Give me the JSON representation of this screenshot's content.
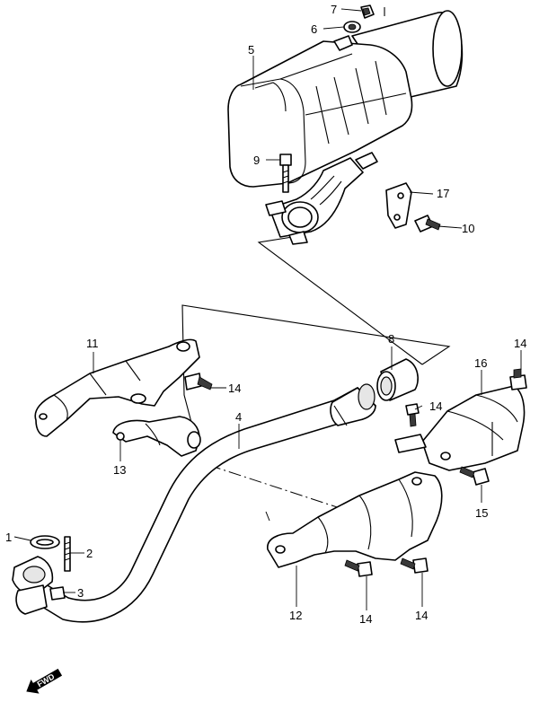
{
  "callouts": {
    "c1": "1",
    "c2": "2",
    "c3": "3",
    "c4": "4",
    "c5": "5",
    "c6": "6",
    "c7": "7",
    "c8": "8",
    "c9": "9",
    "c10": "10",
    "c11": "11",
    "c12": "12",
    "c13": "13",
    "c14a": "14",
    "c14b": "14",
    "c14c": "14",
    "c14d": "14",
    "c14e": "14",
    "c15": "15",
    "c16": "16",
    "c17": "17"
  },
  "fwd_label": "FWD"
}
